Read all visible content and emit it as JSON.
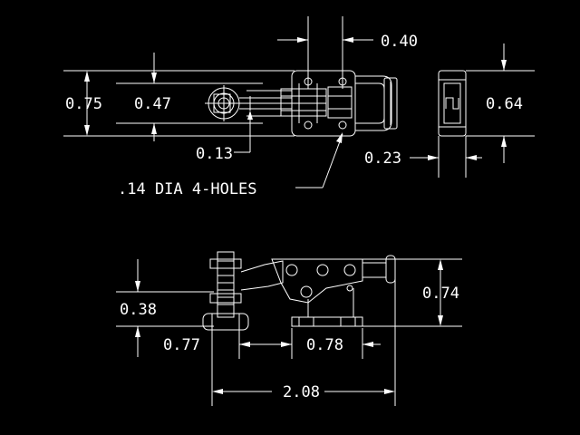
{
  "colors": {
    "background": "#000000",
    "lines": "#ffffff"
  },
  "dimensions": {
    "top_view": {
      "d040": "0.40",
      "d075": "0.75",
      "d047": "0.47",
      "d013": "0.13",
      "d064": "0.64",
      "d023": "0.23",
      "hole_note": ".14 DIA 4-HOLES"
    },
    "side_view": {
      "d038": "0.38",
      "d077": "0.77",
      "d078": "0.78",
      "d074": "0.74",
      "d208": "2.08"
    }
  }
}
